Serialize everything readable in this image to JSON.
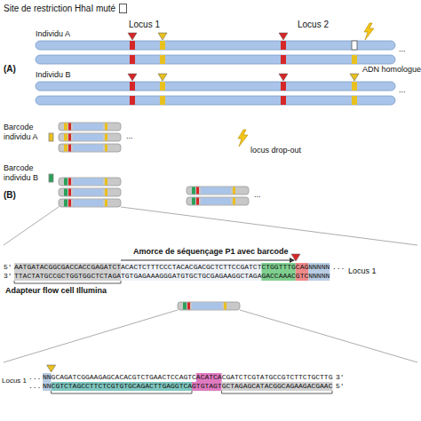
{
  "diagram": {
    "labels": [
      "Locus 1",
      "Locus 2",
      "Individu A",
      "(A)",
      "ADN homologue",
      "Individu B",
      "...",
      "...",
      "Barcode individu A",
      "locus drop-out",
      "(B)",
      "Barcode individu B",
      "...",
      "...",
      "Amorce de séquençage P1 avec barcode",
      "5'",
      "AATGATACGGCGACCACCGAGATCTACACTCTTTCCCTACACGACGCTCTTCCGATCTCTGGTTTGCAGNNNNN",
      "...",
      "Locus 1",
      "3'",
      "TTACTATGCCGCTGGTGGCTCTAGATGTGAGAAAGGGATGTGCTGCGAGAAGGCTAGAGACCAAACGTCNNNNN",
      "Adapteur flow cell Illumina",
      "Locus 1",
      "...",
      "NNGCAGATCGGAAGAGCACACGTCTGAACTCCAGTCACATCACGATCTCGTATGCCGTCTTCTGCTTG",
      "3'",
      "...",
      "NNCGTCTAGCCTTCTCGTGTGCAGACTTGAGGTCAGTGTAGTGCTAGAGCATACGGCAGAAGACGAAC",
      "5'"
    ],
    "legend": [
      {
        "text": "Site de restriction HhaI muté",
        "color": "#ffffff"
      }
    ]
  }
}
